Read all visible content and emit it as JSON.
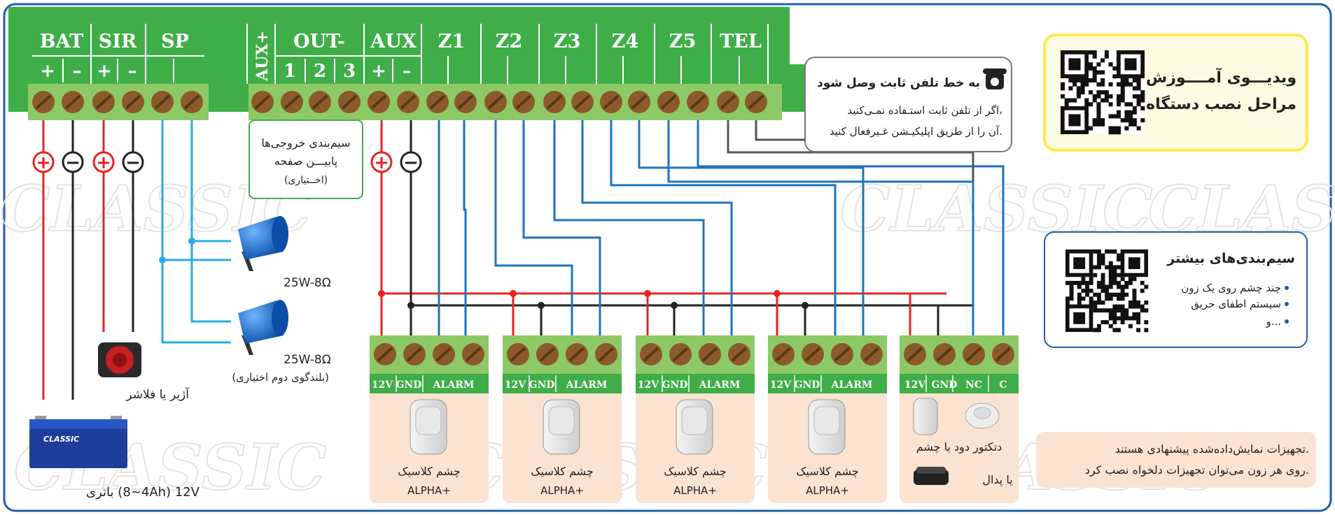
{
  "panel": {
    "groups": [
      {
        "name": "BAT",
        "pins": [
          "+",
          "–"
        ]
      },
      {
        "name": "SIR",
        "pins": [
          "+",
          "–"
        ]
      },
      {
        "name": "SP",
        "pins": [
          "",
          ""
        ]
      },
      {
        "name": "AUX+",
        "pins": []
      },
      {
        "name": "OUT-",
        "pins": [
          "1",
          "2",
          "3"
        ]
      },
      {
        "name": "AUX",
        "pins": [
          "+",
          "–"
        ]
      },
      {
        "name": "Z1",
        "pins": [
          "",
          ""
        ]
      },
      {
        "name": "Z2",
        "pins": [
          "",
          ""
        ]
      },
      {
        "name": "Z3",
        "pins": [
          "",
          ""
        ]
      },
      {
        "name": "Z4",
        "pins": [
          "",
          ""
        ]
      },
      {
        "name": "Z5",
        "pins": [
          "",
          ""
        ]
      },
      {
        "name": "TEL",
        "pins": [
          "",
          ""
        ]
      }
    ]
  },
  "polarity": {
    "plus": "+",
    "minus": "−"
  },
  "outputs_note": {
    "line1": "سیم‌بندی خروجی‌ها",
    "line2": "پاییـــن صفحه",
    "line3": "(اخــتیاری)"
  },
  "tel_note": {
    "title": "به خط تلفن ثابت وصل شود",
    "line1": "اگر از تلفن ثابت استـفاده نمـی‌کنید،",
    "line2": "آن را از طریق اپلیکیـشن غـیرفعال کنید.",
    "icon": "phone-icon"
  },
  "video_box": {
    "line1": "ویدیـــوی آمــــوزش",
    "line2": "مراحل نصب دستگاه"
  },
  "more_box": {
    "title": "سیم‌بندی‌های بیشتر",
    "items": [
      "چند چشم روی یک زون",
      "سیستم اطفای حریق",
      "و..."
    ]
  },
  "speakers": [
    {
      "label": "25W-8Ω"
    },
    {
      "label": "25W-8Ω",
      "note": "(بلندگوی دوم اختیاری)"
    }
  ],
  "siren": {
    "label": "آژیر یا فلاشر"
  },
  "battery": {
    "label": "باتری (4~8Ah) 12V",
    "brand": "CLASSIC"
  },
  "sensors": [
    {
      "pins": [
        "12V",
        "GND",
        "ALARM"
      ],
      "name": "چشم کلاسیک",
      "model": "ALPHA+"
    },
    {
      "pins": [
        "12V",
        "GND",
        "ALARM"
      ],
      "name": "چشم کلاسیک",
      "model": "ALPHA+"
    },
    {
      "pins": [
        "12V",
        "GND",
        "ALARM"
      ],
      "name": "چشم کلاسیک",
      "model": "ALPHA+"
    },
    {
      "pins": [
        "12V",
        "GND",
        "ALARM"
      ],
      "name": "چشم کلاسیک",
      "model": "ALPHA+"
    }
  ],
  "z5_device": {
    "pins": [
      "12V",
      "GND",
      "NC",
      "C"
    ],
    "line1": "دتکتور دود یا چشم",
    "line2": "یا پدال"
  },
  "equipment_note": {
    "line1": "تجهیزات نمایش‌داده‌شده پیشنهادی هستند.",
    "line2": "روی هر زون می‌توان تجهیزات دلخواه نصب کرد."
  },
  "watermark": "CLASSIC",
  "colors": {
    "green": "#3fae49",
    "terminal": "#8dc967",
    "screw": "#8b5a2b",
    "red": "#e52420",
    "black": "#222222",
    "blue": "#1e73be",
    "lightblue": "#29abe2",
    "peach": "#fbe3d2",
    "yellow": "#ffe94a",
    "frame": "#1f5fa8"
  }
}
